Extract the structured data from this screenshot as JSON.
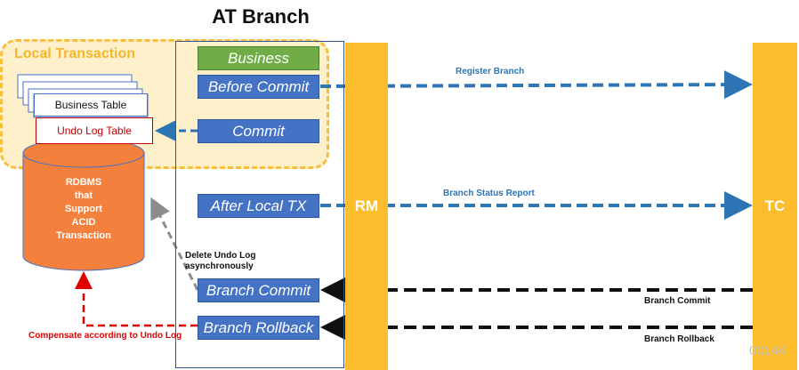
{
  "title": "AT Branch",
  "local_transaction": {
    "title": "Local Transaction"
  },
  "tables": {
    "business_table": "Business Table",
    "undo_log_table": "Undo Log Table"
  },
  "database": {
    "lines": [
      "RDBMS",
      "that",
      "Support",
      "ACID",
      "Transaction"
    ]
  },
  "steps": {
    "business": "Business",
    "before_commit": "Before Commit",
    "commit": "Commit",
    "after_local_tx": "After Local TX",
    "branch_commit": "Branch Commit",
    "branch_rollback": "Branch Rollback"
  },
  "participants": {
    "rm": "RM",
    "tc": "TC"
  },
  "messages": {
    "register_branch": "Register Branch",
    "branch_status_report": "Branch Status Report",
    "branch_commit": "Branch Commit",
    "branch_rollback": "Branch Rollback",
    "delete_undo_log_line1": "Delete Undo Log",
    "delete_undo_log_line2": "asynchronously",
    "compensate": "Compensate according to Undo Log"
  },
  "watermark": "00144",
  "colors": {
    "accent_blue": "#4472c4",
    "arrow_blue": "#2e75b6",
    "yellow": "#fbbd2b",
    "green": "#70ad47",
    "orange": "#f4803d",
    "red": "#e00000"
  }
}
